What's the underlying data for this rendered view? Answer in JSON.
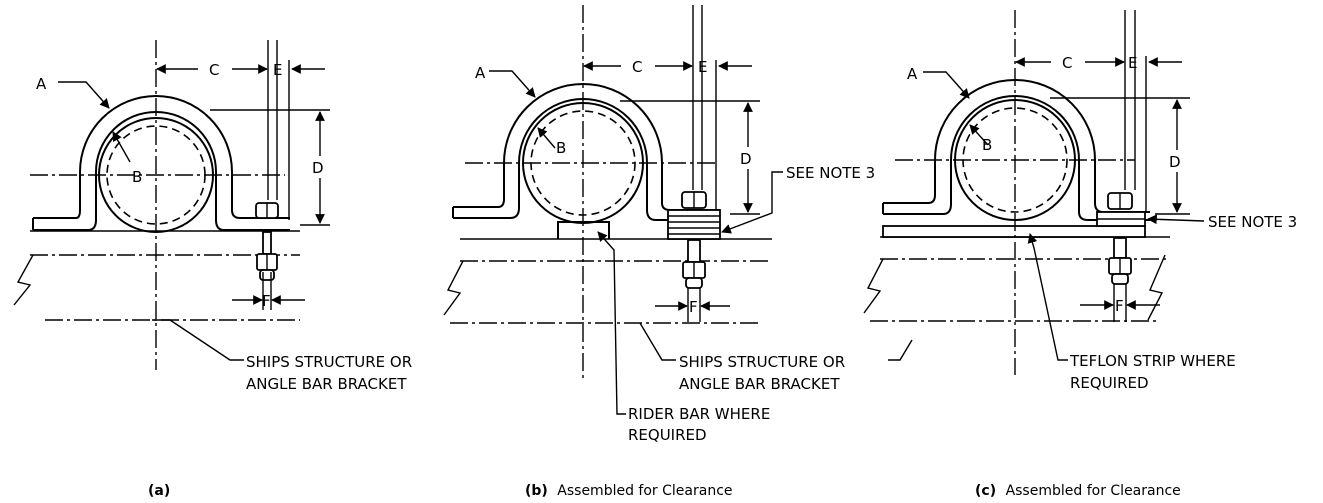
{
  "dimension_letters": {
    "a": "A",
    "b": "B",
    "c": "C",
    "d": "D",
    "e": "E",
    "f": "F"
  },
  "notes": {
    "ships_structure_line1": "SHIPS STRUCTURE OR",
    "ships_structure_line2": "ANGLE BAR BRACKET",
    "see_note_3": "SEE NOTE 3",
    "rider_bar_line1": "RIDER BAR WHERE",
    "rider_bar_line2": "REQUIRED",
    "teflon_line1": "TEFLON STRIP WHERE",
    "teflon_line2": "REQUIRED"
  },
  "captions": {
    "a_tag": "(a)",
    "b_tag": "(b)",
    "b_text": "Assembled for Clearance",
    "c_tag": "(c)",
    "c_text": "Assembled for Clearance"
  }
}
